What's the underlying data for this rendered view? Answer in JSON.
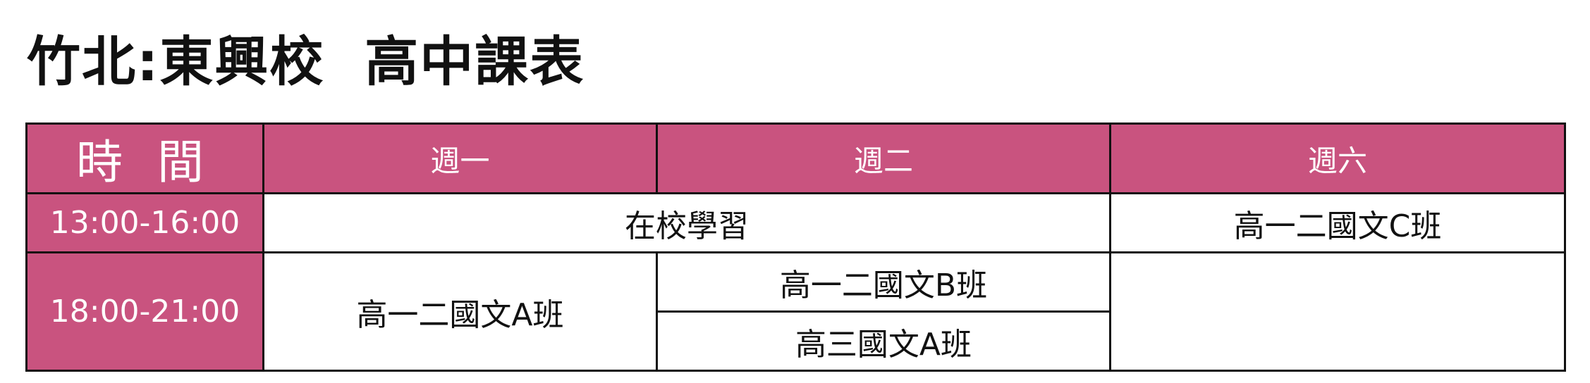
{
  "page": {
    "title": "竹北:東興校  高中課表"
  },
  "table": {
    "headers": {
      "time": "時 間",
      "mon": "週一",
      "tue": "週二",
      "sat": "週六"
    },
    "rows": [
      {
        "time": "13:00-16:00",
        "mon_tue": "在校學習",
        "sat": "高一二國文C班"
      },
      {
        "time": "18:00-21:00",
        "mon": "高一二國文A班",
        "tue_1": "高一二國文B班",
        "tue_2": "高三國文A班",
        "sat": ""
      }
    ]
  },
  "colors": {
    "header_bg": "#c9537f",
    "header_text": "#ffffff",
    "border": "#111111"
  }
}
